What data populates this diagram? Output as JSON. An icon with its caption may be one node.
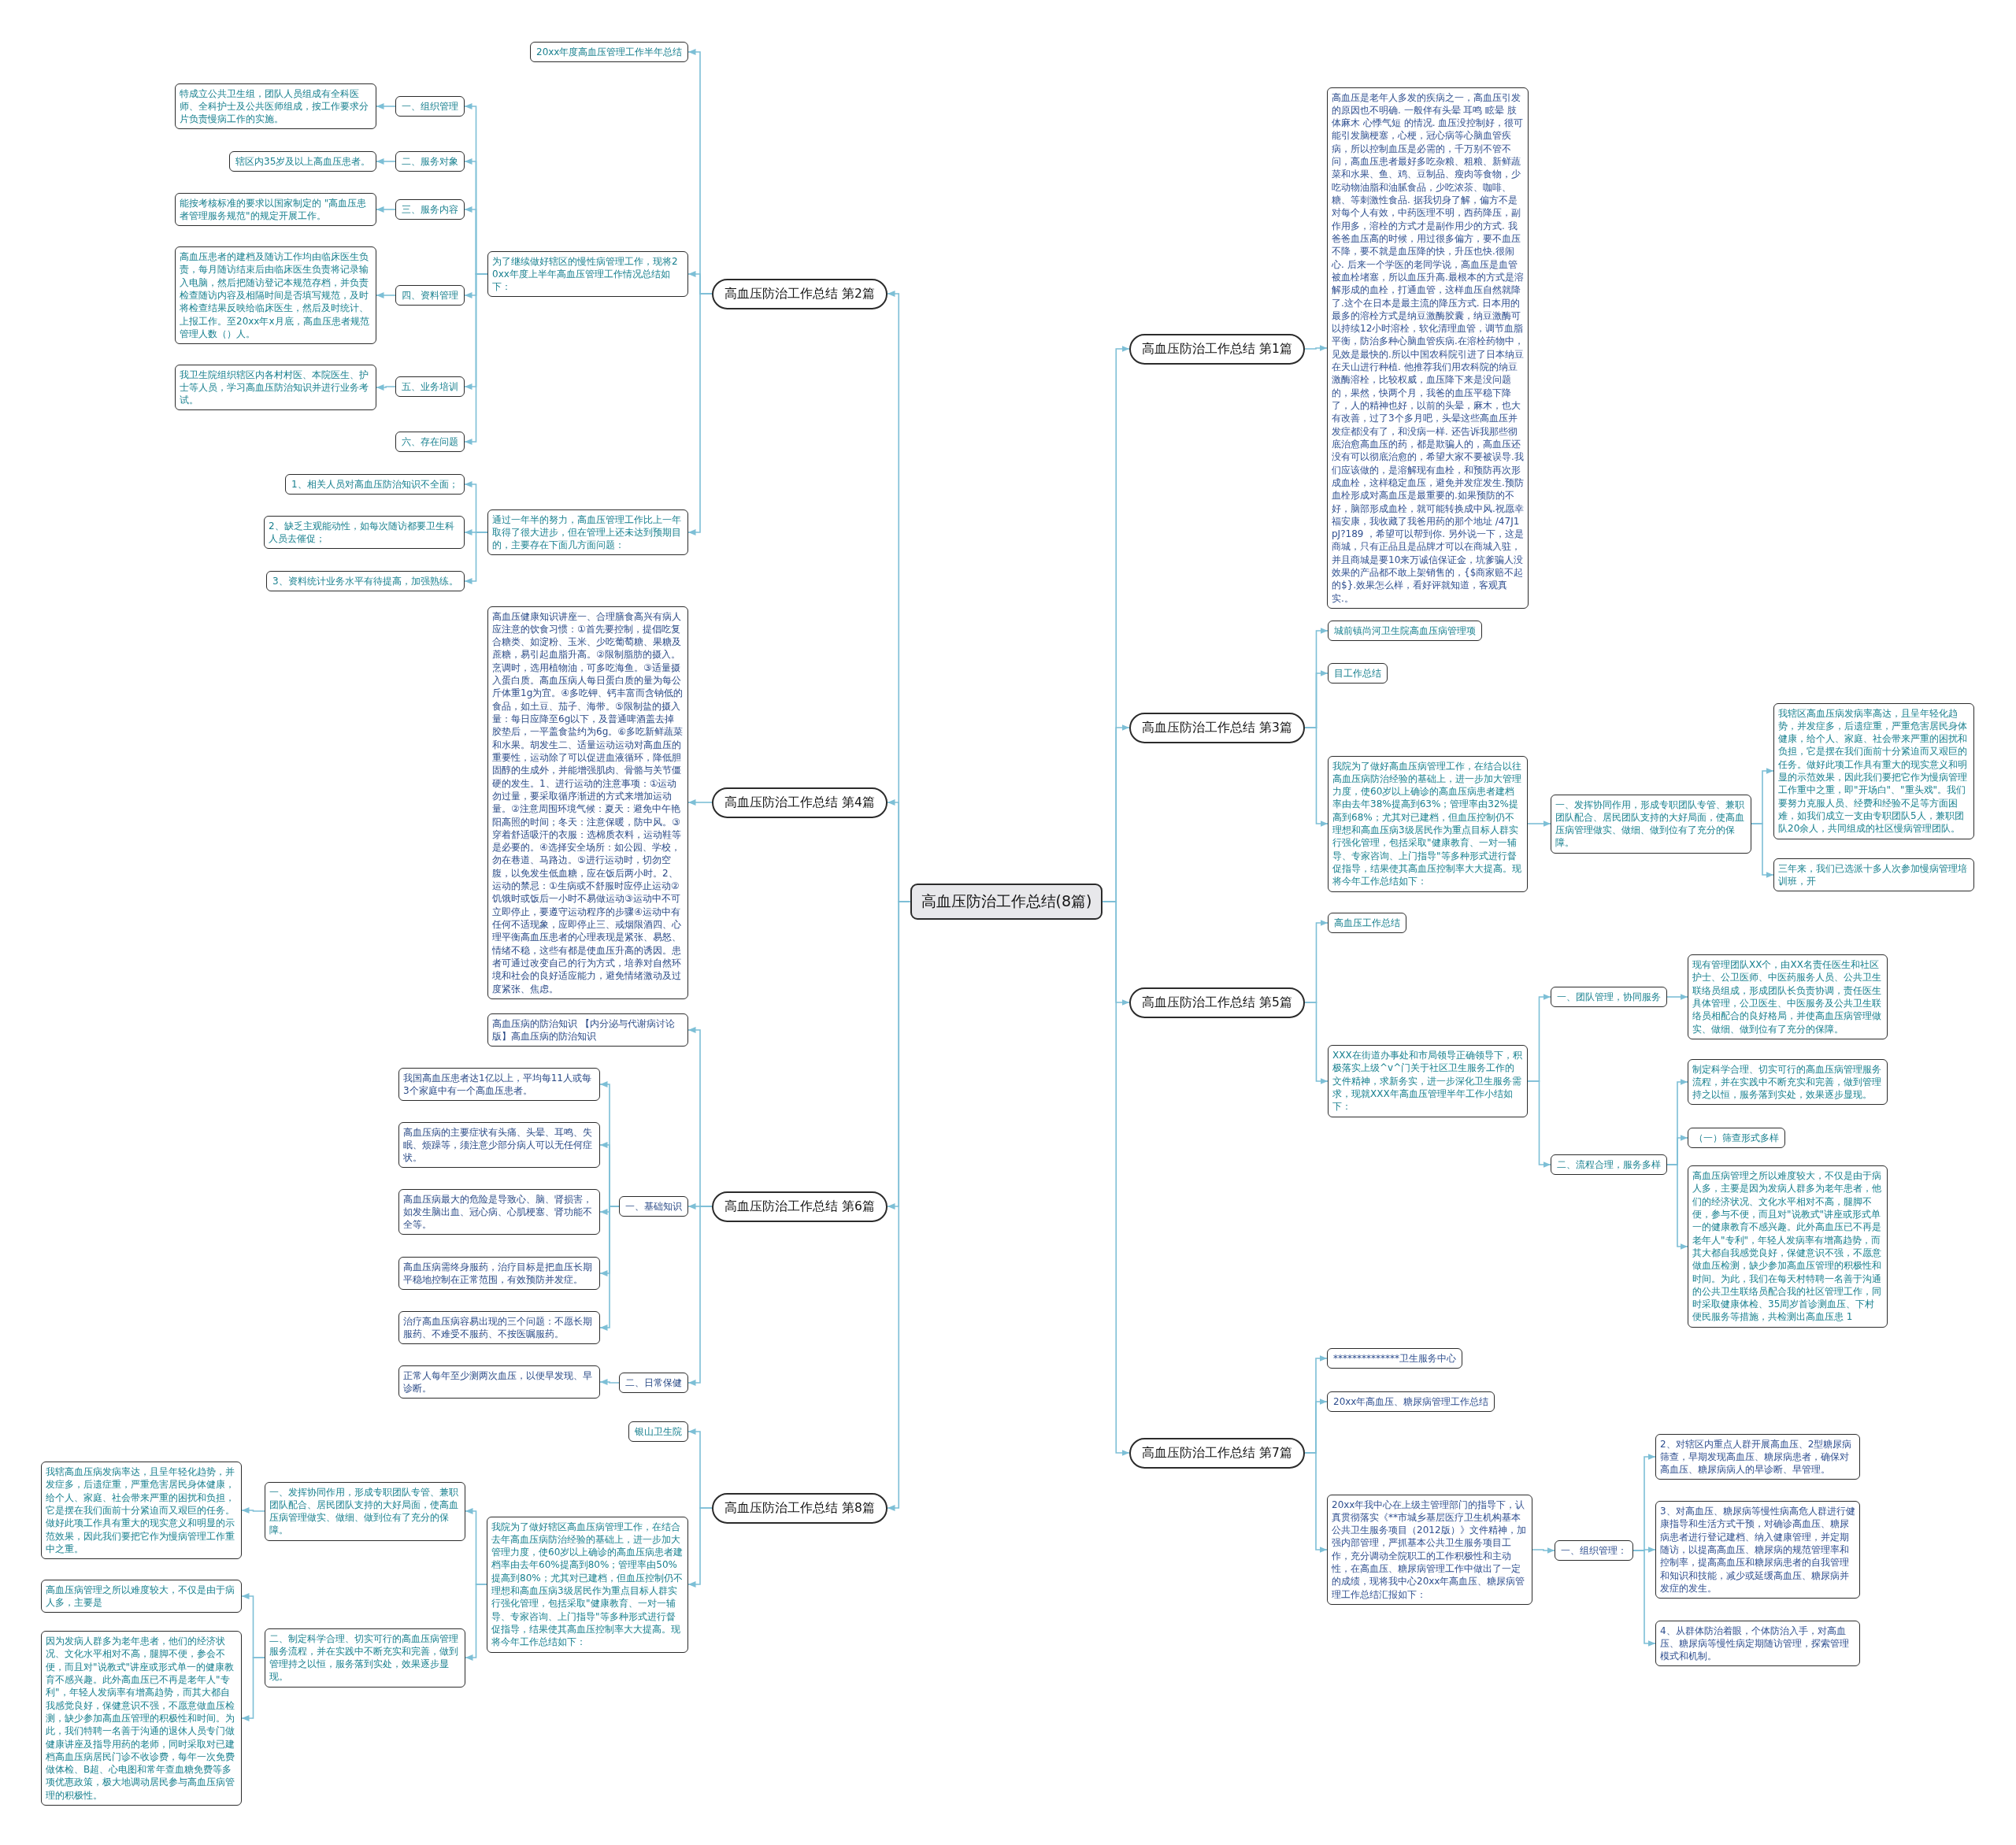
{
  "diagram": {
    "nodes": [
      {
        "text": [
          "高血压防治工作总结(8篇)"
        ]
      },
      {
        "text": [
          "高血压防治工作总结 第1篇"
        ]
      },
      {
        "text": [
          "高血压是老年人多发的疾病之一，高血压引发的原因也不明确. 一般伴有头晕 耳鸣 眩晕 肢体麻木 心悸气短 的情况. 血压没控制好，很可能引发脑梗塞，心梗，冠心病等心脑血管疾病，所以控制血压是必需的，千万别不管不问，高血压患者最好多吃杂粮、粗粮、新鲜蔬菜和水果、鱼、鸡、豆制品、瘦肉等食物，少吃动物油脂和油腻食品，少吃浓茶、咖啡、糖、等刺激性食品. 据我切身了解，偏方不是对每个人有效，中药医理不明，西药降压，副作用多，溶栓的方式才是副作用少的方式. 我爸爸血压高的时候，用过很多偏方，要不血压不降，要不就是血压降的快，升压也快.很闹心. 后来一个学医的老同学说，高血压是血管被血栓堵塞，所以血压升高.最根本的方式是溶解形成的血栓，打通血管，这样血压自然就降了.这个在日本是最主流的降压方式. 日本用的最多的溶栓方式是纳豆激酶胶囊，纳豆激酶可以持续12小时溶栓，软化清理血管，调节血脂平衡，防治多种心脑血管疾病.在溶栓药物中，见效是最快的.所以中国农科院引进了日本纳豆在天山进行种植. 他推荐我们用农科院的纳豆激酶溶栓，比较权威，血压降下来是没问题的，果然，快两个月，我爸的血压平稳下降了，人的精神也好，以前的头晕，麻木，也大有改善，过了3个多月吧，头晕这些高血压并发症都没有了，和没病一样. 还告诉我那些彻底治愈高血压的药，都是欺骗人的，高血压还没有可以彻底治愈的，希望大家不要被误导.我们应该做的，是溶解现有血栓，和预防再次形成血栓，这样稳定血压，避免并发症发生.预防血栓形成对高血压是最重要的.如果预防的不好，脑部形成血栓，就可能转换成中风.祝愿幸福安康，我收藏了我爸用药的那个地址 /47J1pJ?189 ，希望可以帮到你. 另外说一下，这是商城，只有正品且是品牌才可以在商城入驻，并且商城是要10来万诚信保证金，坑爹骗人没效果的产品都不敢上架销售的，{$商家赔不起的$}.效果怎么样，看好评就知道，客观真实.。"
        ]
      },
      {
        "text": [
          "高血压防治工作总结 第2篇"
        ]
      },
      {
        "text": [
          "20xx年度高血压管理工作半年总结"
        ]
      },
      {
        "text": [
          "为了继续做好辖区的慢性病管理工作，现将20xx年度上半年高血压管理工作情况总结如下："
        ]
      },
      {
        "text": [
          "一、组织管理"
        ]
      },
      {
        "text": [
          "特成立公共卫生组，团队人员组成有全科医师、全科护士及公共医师组成，按工作要求分片负责慢病工作的实施。"
        ]
      },
      {
        "text": [
          "二、服务对象"
        ]
      },
      {
        "text": [
          "辖区内35岁及以上高血压患者。"
        ]
      },
      {
        "text": [
          "三、服务内容"
        ]
      },
      {
        "text": [
          "能按考核标准的要求以国家制定的 \"高血压患者管理服务规范\"的规定开展工作。"
        ]
      },
      {
        "text": [
          "四、资料管理"
        ]
      },
      {
        "text": [
          "高血压患者的建档及随访工作均由临床医生负责，每月随访结束后由临床医生负责将记录输入电脑，然后把随访登记本规范存档，并负责检查随访内容及相隔时间是否填写规范，及时将检查结果反映给临床医生，然后及时统计、上报工作。至20xx年x月底，高血压患者规范管理人数（）人。"
        ]
      },
      {
        "text": [
          "五、业务培训"
        ]
      },
      {
        "text": [
          "我卫生院组织辖区内各村村医、本院医生、护士等人员，学习高血压防治知识并进行业务考试。"
        ]
      },
      {
        "text": [
          "六、存在问题"
        ]
      },
      {
        "text": [
          "通过一年半的努力，高血压管理工作比上一年取得了很大进步，但在管理上还未达到预期目的，主要存在下面几方面问题："
        ]
      },
      {
        "text": [
          "1、相关人员对高血压防治知识不全面；"
        ]
      },
      {
        "text": [
          "2、缺乏主观能动性，如每次随访都要卫生科人员去催促；"
        ]
      },
      {
        "text": [
          "3、资料统计业务水平有待提高，加强熟练。"
        ]
      },
      {
        "text": [
          "高血压防治工作总结 第3篇"
        ]
      },
      {
        "text": [
          "城前镇尚河卫生院高血压病管理项"
        ]
      },
      {
        "text": [
          "目工作总结"
        ]
      },
      {
        "text": [
          "我院为了做好高血压病管理工作，在结合以往高血压病防治经验的基础上，进一步加大管理力度，使60岁以上确诊的高血压病患者建档率由去年38%提高到63%；管理率由32%提高到68%；尤其对已建档，但血压控制仍不理想和高血压病3级居民作为重点目标人群实行强化管理，包括采取\"健康教育、一对一辅导、专家咨询、上门指导\"等多种形式进行督促指导，结果使其高血压控制率大大提高。现将今年工作总结如下："
        ]
      },
      {
        "text": [
          "一、发挥协同作用，形成专职团队专管、兼职团队配合、居民团队支持的大好局面，使高血压病管理做实、做细、做到位有了充分的保障。"
        ]
      },
      {
        "text": [
          "我辖区高血压病发病率高达，且呈年轻化趋势，并发症多，后遗症重，严重危害居民身体健康，给个人、家庭、社会带来严重的困扰和负担，它是摆在我们面前十分紧迫而又艰巨的任务。做好此项工作具有重大的现实意义和明显的示范效果，因此我们要把它作为慢病管理工作重中之重，即\"开场白\"、\"重头戏\"。我们要努力克服人员、经费和经验不足等方面困难，如我们成立一支由专职团队5人，兼职团队20余人，共同组成的社区慢病管理团队。"
        ]
      },
      {
        "text": [
          "三年来，我们已选派十多人次参加慢病管理培训班，开"
        ]
      },
      {
        "text": [
          "高血压防治工作总结 第4篇"
        ]
      },
      {
        "text": [
          "高血压健康知识讲座一、合理膳食高兴有病人应注意的饮食习惯：①首先要控制，提倡吃复合糖类、如淀粉、玉米、少吃葡萄糖、果糖及蔗糖，易引起血脂升高。②限制脂肪的摄入。烹调时，选用植物油，可多吃海鱼。③适量摄入蛋白质。高血压病人每日蛋白质的量为每公斤体重1g为宜。④多吃钾、钙丰富而含钠低的食品，如土豆、茄子、海带。⑤限制盐的摄入量：每日应降至6g以下，及普通啤酒盖去掉胶垫后，一平盖食盐约为6g。⑥多吃新鲜蔬菜和水果。胡发生二、适量运动运动对高血压的重要性，运动除了可以促进血液循环，降低胆固醇的生成外，并能增强肌肉、骨骼与关节僵硬的发生。1、进行运动的注意事项：①运动勿过量，要采取循序渐进的方式来增加运动量。②注意周围环境气候：夏天：避免中午艳阳高照的时间；冬天：注意保暖，防中风。③穿着舒适吸汗的衣服：选棉质衣料，运动鞋等是必要的。④选择安全场所：如公园、学校，勿在巷道、马路边。⑤进行运动时，切勿空腹，以免发生低血糖，应在饭后两小时。2、运动的禁忌：①生病或不舒服时应停止运动②饥饿时或饭后一小时不易做运动③运动中不可立即停止，要遵守运动程序的步骤④运动中有任何不适现象，应即停止三、戒烟限酒四、心理平衡高血压患者的心理表现是紧张、易怒、情绪不稳，这些有都是使血压升高的诱因。患者可通过改变自己的行为方式，培养对自然环境和社会的良好适应能力，避免情绪激动及过度紧张、焦虑。"
        ]
      },
      {
        "text": [
          "高血压防治工作总结 第5篇"
        ]
      },
      {
        "text": [
          "高血压工作总结"
        ]
      },
      {
        "text": [
          "XXX在街道办事处和市局领导正确领导下，积极落实上级^v^门关于社区卫生服务工作的文件精神，求新务实，进一步深化卫生服务需求，现就XXX年高血压管理半年工作小结如下："
        ]
      },
      {
        "text": [
          "一、团队管理，协同服务"
        ]
      },
      {
        "text": [
          "现有管理团队XX个，由XX名责任医生和社区护士、公卫医师、中医药服务人员、公共卫生联络员组成，形成团队长负责协调，责任医生具体管理，公卫医生、中医服务及公共卫生联络员相配合的良好格局，并使高血压病管理做实、做细、做到位有了充分的保障。"
        ]
      },
      {
        "text": [
          "二、流程合理，服务多样"
        ]
      },
      {
        "text": [
          "制定科学合理、切实可行的高血压病管理服务流程，并在实践中不断充实和完善，做到管理持之以恒，服务落到实处，效果逐步显现。"
        ]
      },
      {
        "text": [
          "（一）筛查形式多样"
        ]
      },
      {
        "text": [
          "高血压病管理之所以难度较大，不仅是由于病人多，主要是因为发病人群多为老年患者，他们的经济状况、文化水平相对不高，腿脚不便，参与不便，而且对\"说教式\"讲座或形式单一的健康教育不感兴趣。此外高血压已不再是老年人\"专利\"，年轻人发病率有增高趋势，而其大都自我感觉良好，保健意识不强，不愿意做血压检测，缺少参加高血压管理的积极性和时间。为此，我们在每天村特聘一名善于沟通的公共卫生联络员配合我的社区管理工作，同时采取健康体检、35周岁首诊测血压、下村便民服务等措施，共检测出高血压患 1"
        ]
      },
      {
        "text": [
          "高血压防治工作总结 第6篇"
        ]
      },
      {
        "text": [
          "高血压病的防治知识 【内分泌与代谢病讨论版】高血压病的防治知识"
        ]
      },
      {
        "text": [
          "一、基础知识"
        ]
      },
      {
        "text": [
          "我国高血压患者达1亿以上，平均每11人或每3个家庭中有一个高血压患者。"
        ]
      },
      {
        "text": [
          "高血压病的主要症状有头痛、头晕、耳鸣、失眠、烦躁等，须注意少部分病人可以无任何症状。"
        ]
      },
      {
        "text": [
          "高血压病最大的危险是导致心、脑、肾损害，如发生脑出血、冠心病、心肌梗塞、肾功能不全等。"
        ]
      },
      {
        "text": [
          "高血压病需终身服药，治疗目标是把血压长期平稳地控制在正常范围，有效预防并发症。"
        ]
      },
      {
        "text": [
          "治疗高血压病容易出现的三个问题：不愿长期服药、不难受不服药、不按医嘱服药。"
        ]
      },
      {
        "text": [
          "二、日常保健"
        ]
      },
      {
        "text": [
          "正常人每年至少测两次血压，以便早发现、早诊断。"
        ]
      },
      {
        "text": [
          "高血压防治工作总结 第7篇"
        ]
      },
      {
        "text": [
          "**************卫生服务中心"
        ]
      },
      {
        "text": [
          "20xx年高血压、糖尿病管理工作总结"
        ]
      },
      {
        "text": [
          "20xx年我中心在上级主管理部门的指导下，认真贯彻落实《**市城乡基层医疗卫生机构基本公共卫生服务项目（2012版）》文件精神，加强内部管理，严抓基本公共卫生服务项目工作，充分调动全院职工的工作积极性和主动性，在高血压、糖尿病管理工作中做出了一定的成绩，现将我中心20xx年高血压、糖尿病管理工作总结汇报如下："
        ]
      },
      {
        "text": [
          "一、组织管理："
        ]
      },
      {
        "text": [
          "2、对辖区内重点人群开展高血压、2型糖尿病筛查，早期发现高血压、糖尿病患者，确保对高血压、糖尿病病人的早诊断、早管理。"
        ]
      },
      {
        "text": [
          "3、对高血压、糖尿病等慢性病高危人群进行健康指导和生活方式干预，对确诊高血压、糖尿病患者进行登记建档、纳入健康管理，并定期随访，以提高高血压、糖尿病的规范管理率和控制率，提高高血压和糖尿病患者的自我管理和知识和技能，减少或延缓高血压、糖尿病并发症的发生。"
        ]
      },
      {
        "text": [
          "4、从群体防治着眼，个体防治入手，对高血压、糖尿病等慢性病定期随访管理，探索管理模式和机制。"
        ]
      },
      {
        "text": [
          "高血压防治工作总结 第8篇"
        ]
      },
      {
        "text": [
          "银山卫生院"
        ]
      },
      {
        "text": [
          "我院为了做好辖区高血压病管理工作，在结合去年高血压病防治经验的基础上，进一步加大管理力度，使60岁以上确诊的高血压病患者建档率由去年60%提高到80%；管理率由50%提高到80%；尤其对已建档，但血压控制仍不理想和高血压病3级居民作为重点目标人群实行强化管理，包括采取\"健康教育、一对一辅导、专家咨询、上门指导\"等多种形式进行督促指导，结果使其高血压控制率大大提高。现将今年工作总结如下："
        ]
      },
      {
        "text": [
          "一、发挥协同作用，形成专职团队专管、兼职团队配合、居民团队支持的大好局面，使高血压病管理做实、做细、做到位有了充分的保障。"
        ]
      },
      {
        "text": [
          "我辖高血压病发病率达，且呈年轻化趋势，并发症多，后遗症重，严重危害居民身体健康，给个人、家庭、社会带来严重的困扰和负担，它是摆在我们面前十分紧迫而又艰巨的任务。做好此项工作具有重大的现实意义和明显的示范效果，因此我们要把它作为慢病管理工作重中之重。"
        ]
      },
      {
        "text": [
          "二、制定科学合理、切实可行的高血压病管理服务流程，并在实践中不断充实和完善，做到管理持之以恒，服务落到实处，效果逐步显现。"
        ]
      },
      {
        "text": [
          "高血压病管理之所以难度较大，不仅是由于病人多，主要是"
        ]
      },
      {
        "text": [
          "因为发病人群多为老年患者，他们的经济状况、文化水平相对不高，腿脚不便，参会不便，而且对\"说教式\"讲座或形式单一的健康教育不感兴趣。此外高血压已不再是老年人\"专利\"，年轻人发病率有增高趋势，而其大都自我感觉良好，保健意识不强，不愿意做血压检测，缺少参加高血压管理的积极性和时间。为此，我们特聘一名善于沟通的退休人员专门做健康讲座及指导用药的老师，同时采取对已建档高血压病居民门诊不收诊费，每年一次免费做体检、B超、心电图和常年查血糖免费等多项优惠政策，极大地调动居民参与高血压病管理的积极性。"
        ]
      }
    ],
    "edges": [
      {
        "from": 0,
        "to": 1,
        "arrow": "to"
      },
      {
        "from": 0,
        "to": 3,
        "arrow": "to"
      },
      {
        "from": 0,
        "to": 21,
        "arrow": "to"
      },
      {
        "from": 0,
        "to": 28,
        "arrow": "to"
      },
      {
        "from": 0,
        "to": 30,
        "arrow": "to"
      },
      {
        "from": 0,
        "to": 39,
        "arrow": "to"
      },
      {
        "from": 0,
        "to": 49,
        "arrow": "to"
      },
      {
        "from": 0,
        "to": 57,
        "arrow": "to"
      },
      {
        "from": 1,
        "to": 2,
        "arrow": "to"
      },
      {
        "from": 3,
        "to": 4,
        "arrow": "to"
      },
      {
        "from": 3,
        "to": 5,
        "arrow": "to"
      },
      {
        "from": 3,
        "to": 17,
        "arrow": "to"
      },
      {
        "from": 5,
        "to": 6,
        "arrow": "to"
      },
      {
        "from": 5,
        "to": 8,
        "arrow": "to"
      },
      {
        "from": 5,
        "to": 10,
        "arrow": "to"
      },
      {
        "from": 5,
        "to": 12,
        "arrow": "to"
      },
      {
        "from": 5,
        "to": 14,
        "arrow": "to"
      },
      {
        "from": 5,
        "to": 16,
        "arrow": "to"
      },
      {
        "from": 6,
        "to": 7,
        "arrow": "to"
      },
      {
        "from": 8,
        "to": 9,
        "arrow": "to"
      },
      {
        "from": 10,
        "to": 11,
        "arrow": "to"
      },
      {
        "from": 12,
        "to": 13,
        "arrow": "to"
      },
      {
        "from": 14,
        "to": 15,
        "arrow": "to"
      },
      {
        "from": 17,
        "to": 18,
        "arrow": "to"
      },
      {
        "from": 17,
        "to": 19,
        "arrow": "to"
      },
      {
        "from": 17,
        "to": 20,
        "arrow": "to"
      },
      {
        "from": 21,
        "to": 22,
        "arrow": "to"
      },
      {
        "from": 21,
        "to": 23,
        "arrow": "to"
      },
      {
        "from": 21,
        "to": 24,
        "arrow": "to"
      },
      {
        "from": 24,
        "to": 25,
        "arrow": "to"
      },
      {
        "from": 25,
        "to": 26,
        "arrow": "to"
      },
      {
        "from": 25,
        "to": 27,
        "arrow": "to"
      },
      {
        "from": 28,
        "to": 29,
        "arrow": "to"
      },
      {
        "from": 30,
        "to": 31,
        "arrow": "to"
      },
      {
        "from": 30,
        "to": 32,
        "arrow": "to"
      },
      {
        "from": 32,
        "to": 33,
        "arrow": "to"
      },
      {
        "from": 32,
        "to": 35,
        "arrow": "to"
      },
      {
        "from": 33,
        "to": 34,
        "arrow": "to"
      },
      {
        "from": 35,
        "to": 36,
        "arrow": "to"
      },
      {
        "from": 35,
        "to": 37,
        "arrow": "to"
      },
      {
        "from": 35,
        "to": 38,
        "arrow": "to"
      },
      {
        "from": 39,
        "to": 40,
        "arrow": "to"
      },
      {
        "from": 39,
        "to": 41,
        "arrow": "to"
      },
      {
        "from": 39,
        "to": 47,
        "arrow": "to"
      },
      {
        "from": 41,
        "to": 42,
        "arrow": "to"
      },
      {
        "from": 41,
        "to": 43,
        "arrow": "to"
      },
      {
        "from": 41,
        "to": 44,
        "arrow": "to"
      },
      {
        "from": 41,
        "to": 45,
        "arrow": "to"
      },
      {
        "from": 41,
        "to": 46,
        "arrow": "to"
      },
      {
        "from": 47,
        "to": 48,
        "arrow": "to"
      },
      {
        "from": 49,
        "to": 50,
        "arrow": "to"
      },
      {
        "from": 49,
        "to": 51,
        "arrow": "to"
      },
      {
        "from": 49,
        "to": 52,
        "arrow": "to"
      },
      {
        "from": 52,
        "to": 53,
        "arrow": "to"
      },
      {
        "from": 53,
        "to": 54,
        "arrow": "to"
      },
      {
        "from": 53,
        "to": 55,
        "arrow": "to"
      },
      {
        "from": 53,
        "to": 56,
        "arrow": "to"
      },
      {
        "from": 57,
        "to": 58,
        "arrow": "to"
      },
      {
        "from": 57,
        "to": 59,
        "arrow": "to"
      },
      {
        "from": 59,
        "to": 60,
        "arrow": "to"
      },
      {
        "from": 59,
        "to": 62,
        "arrow": "to"
      },
      {
        "from": 60,
        "to": 61,
        "arrow": "to"
      },
      {
        "from": 62,
        "to": 63,
        "arrow": "to"
      },
      {
        "from": 62,
        "to": 64,
        "arrow": "to"
      }
    ]
  }
}
